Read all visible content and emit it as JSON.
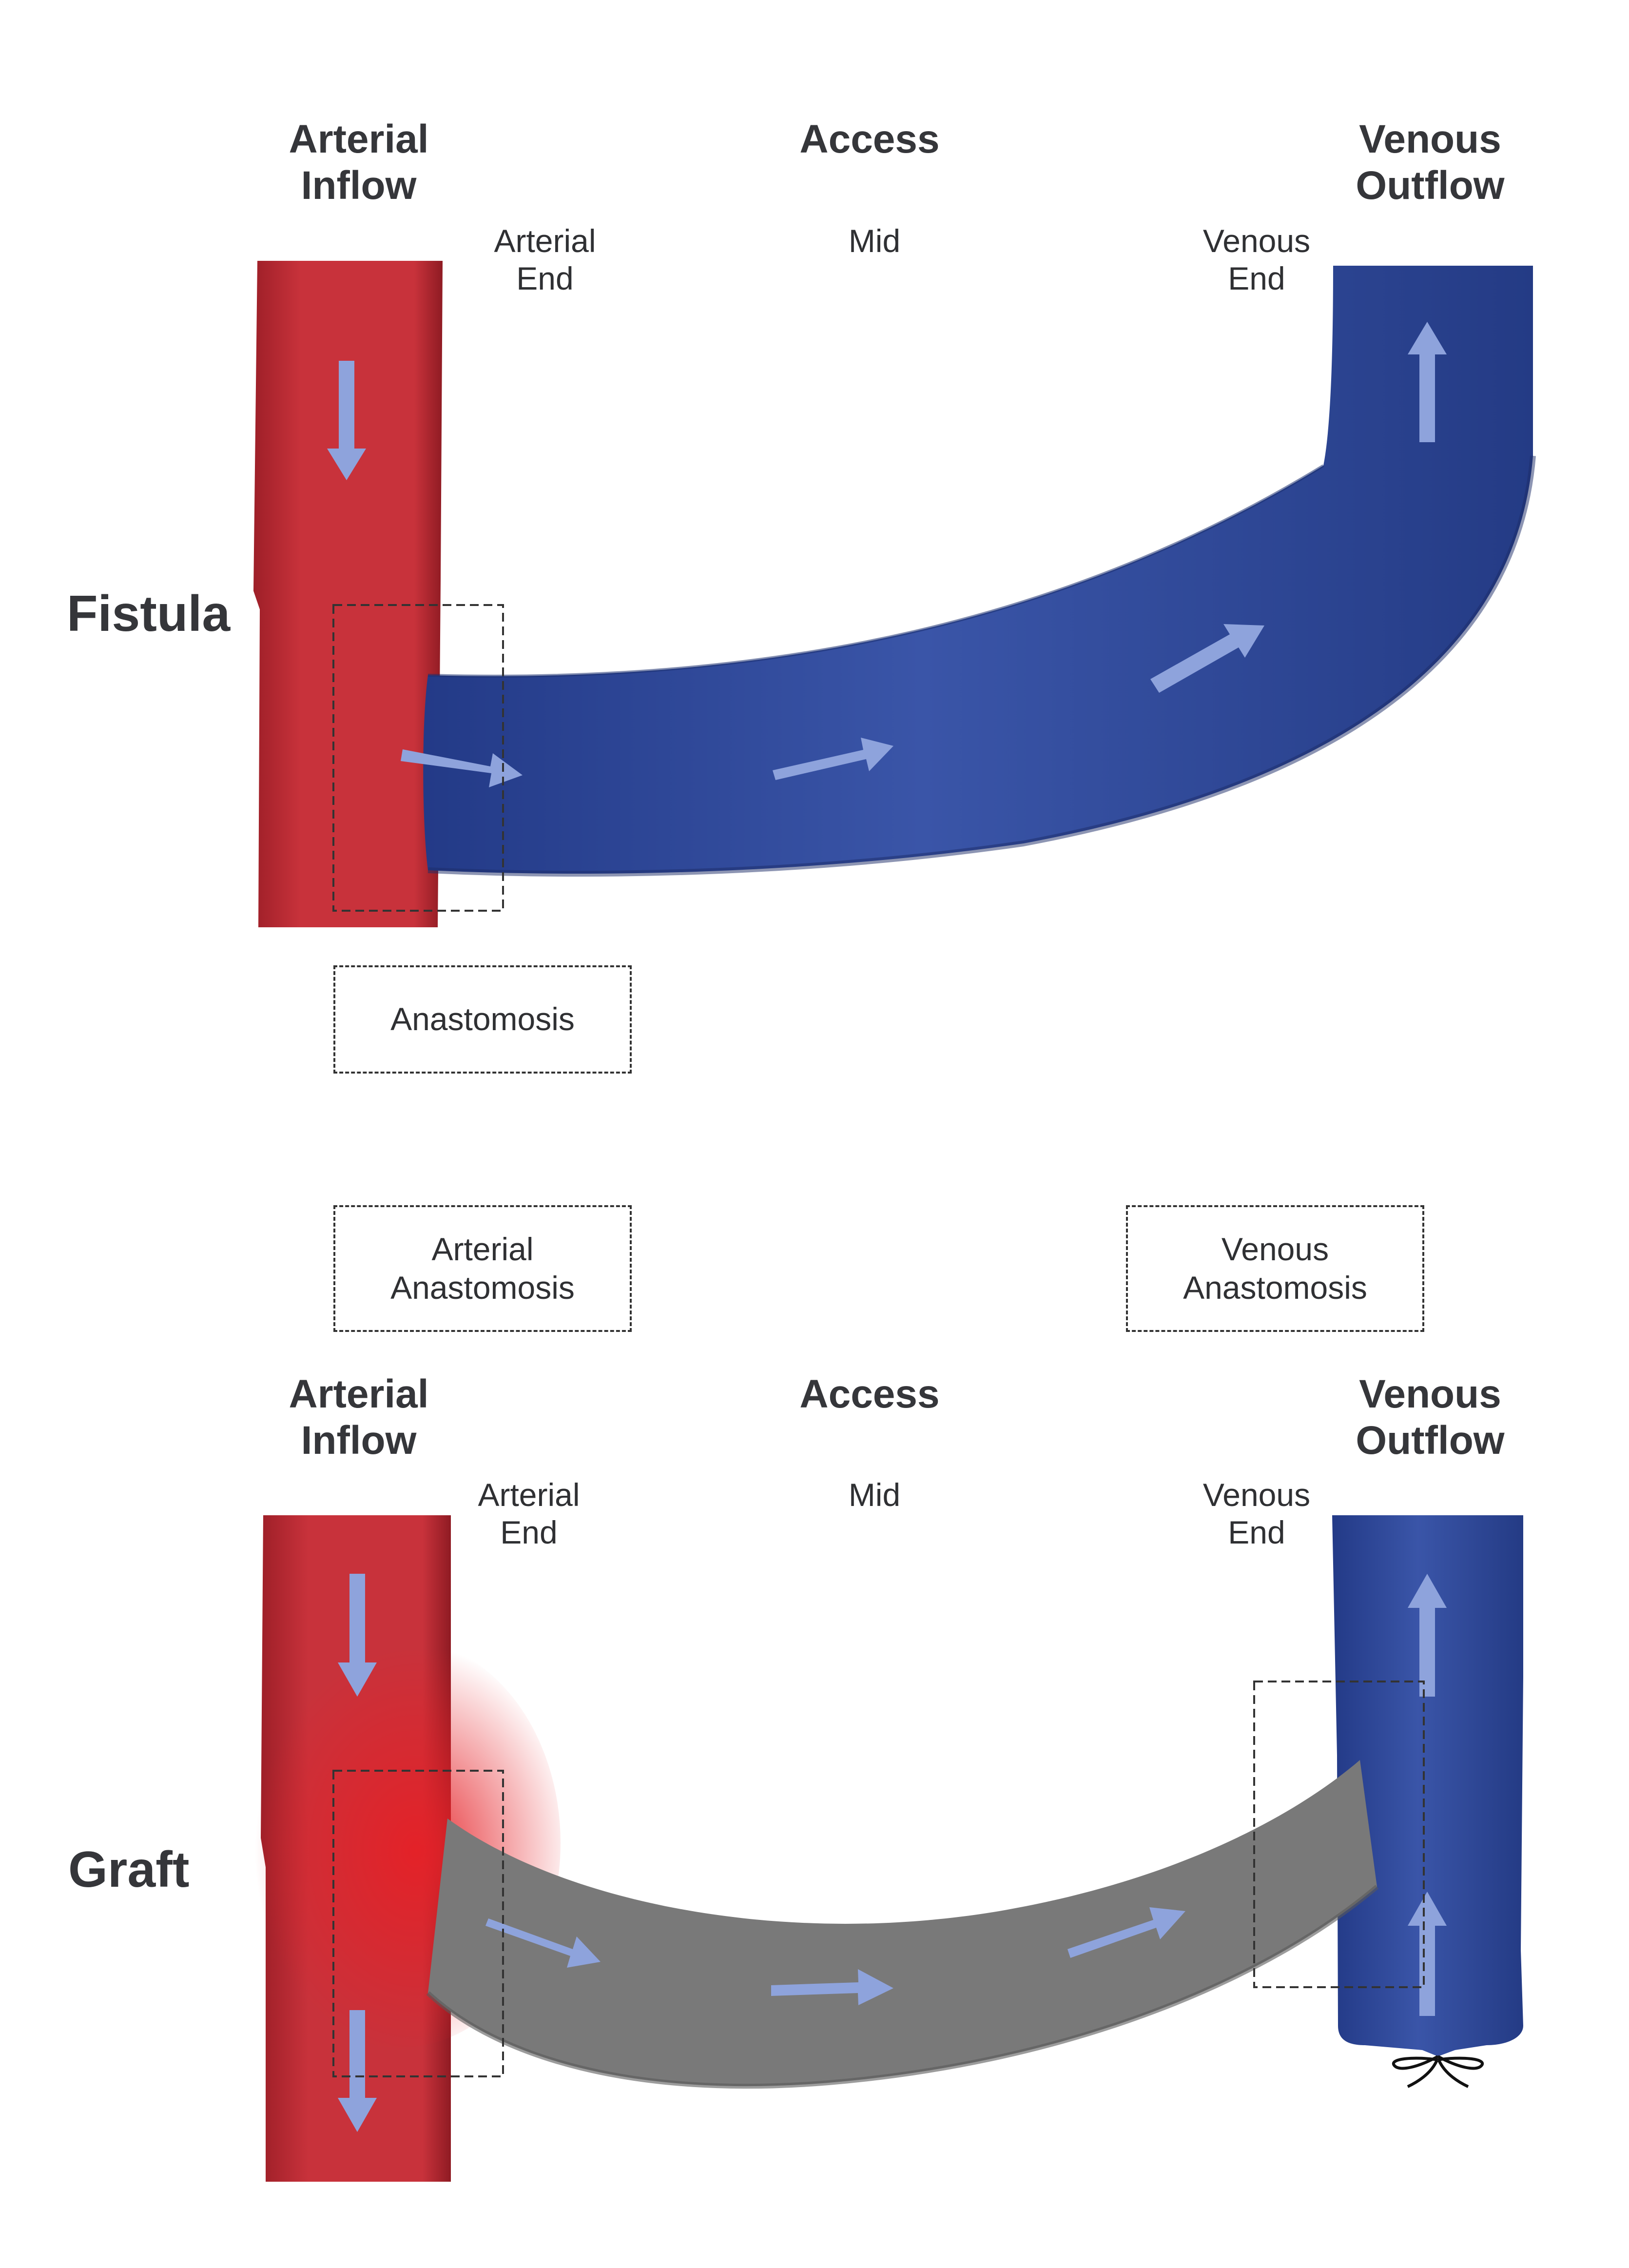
{
  "colors": {
    "artery_red": "#c8323b",
    "vein_blue": "#2f4a9c",
    "graft_gray": "#777777",
    "flow_arrow": "#8ea3dc",
    "text": "#35363a"
  },
  "fistula": {
    "title": "Fistula",
    "arterial_inflow": "Arterial\nInflow",
    "access": "Access",
    "venous_outflow": "Venous\nOutflow",
    "arterial_end": "Arterial\nEnd",
    "mid": "Mid",
    "venous_end": "Venous\nEnd",
    "anastomosis": "Anastomosis"
  },
  "graft": {
    "title": "Graft",
    "arterial_anastomosis": "Arterial\nAnastomosis",
    "venous_anastomosis": "Venous\nAnastomosis",
    "arterial_inflow": "Arterial\nInflow",
    "access": "Access",
    "venous_outflow": "Venous\nOutflow",
    "arterial_end": "Arterial\nEnd",
    "mid": "Mid",
    "venous_end": "Venous\nEnd"
  }
}
